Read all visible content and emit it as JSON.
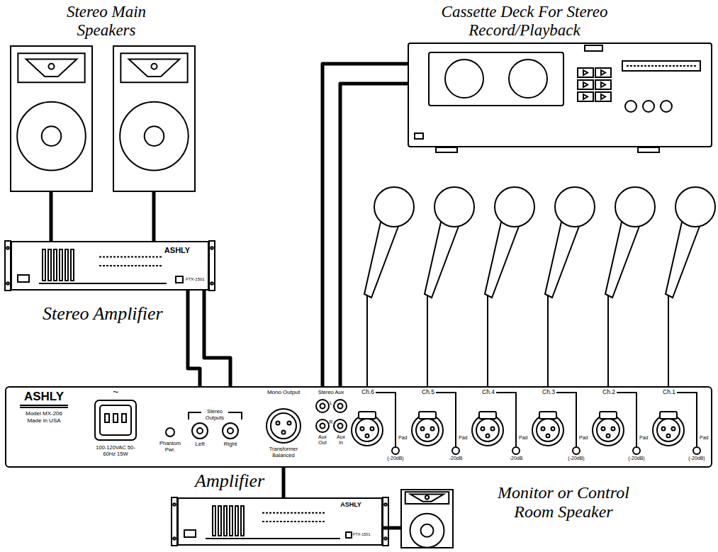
{
  "diagram": {
    "nodes": [
      {
        "text": [
          "Stereo Main Speakers"
        ]
      },
      {
        "text": [
          "Cassette Deck For Stereo Record/Playback"
        ]
      },
      {
        "text": [
          "Stereo Amplifier",
          "ASHLY",
          "FTX-1501"
        ]
      },
      {
        "text": [
          "ASHLY",
          "Model MX-206 Made in USA",
          "100-120VAC 50-60Hz 15W",
          "Phantom Pwr.",
          "Stereo Outputs",
          "Left",
          "Right",
          "Mono Output",
          "Transformer Balanced",
          "Stereo Aux",
          "L",
          "R",
          "Aux Out",
          "Aux In",
          "Ch.6",
          "PUSH",
          "Pad",
          "(-20dB)",
          "Ch.5",
          "PUSH",
          "Pad",
          "-20dB",
          "Ch.4",
          "PUSH",
          "Pad",
          "-20dB",
          "Ch.3",
          "PUSH",
          "Pad",
          "(-20dB)",
          "Ch.2",
          "PUSH",
          "Pad",
          "(-20dB)",
          "Ch.1",
          "PUSH",
          "Pad",
          "(-20dB)"
        ]
      },
      {
        "text": [
          "Amplifier",
          "ASHLY",
          "FTX-1501"
        ]
      },
      {
        "text": [
          "Monitor or Control Room Speaker"
        ]
      }
    ],
    "edges": [
      {
        "from": 0,
        "to": 2,
        "arrow": "none"
      },
      {
        "from": 0,
        "to": 2,
        "arrow": "none"
      },
      {
        "from": 2,
        "to": 3,
        "arrow": "none"
      },
      {
        "from": 2,
        "to": 3,
        "arrow": "none"
      },
      {
        "from": 1,
        "to": 3,
        "arrow": "none"
      },
      {
        "from": 1,
        "to": 3,
        "arrow": "none"
      },
      {
        "from": 3,
        "to": 4,
        "arrow": "none"
      },
      {
        "from": 4,
        "to": 5,
        "arrow": "none"
      }
    ],
    "labels": [
      "~"
    ]
  }
}
